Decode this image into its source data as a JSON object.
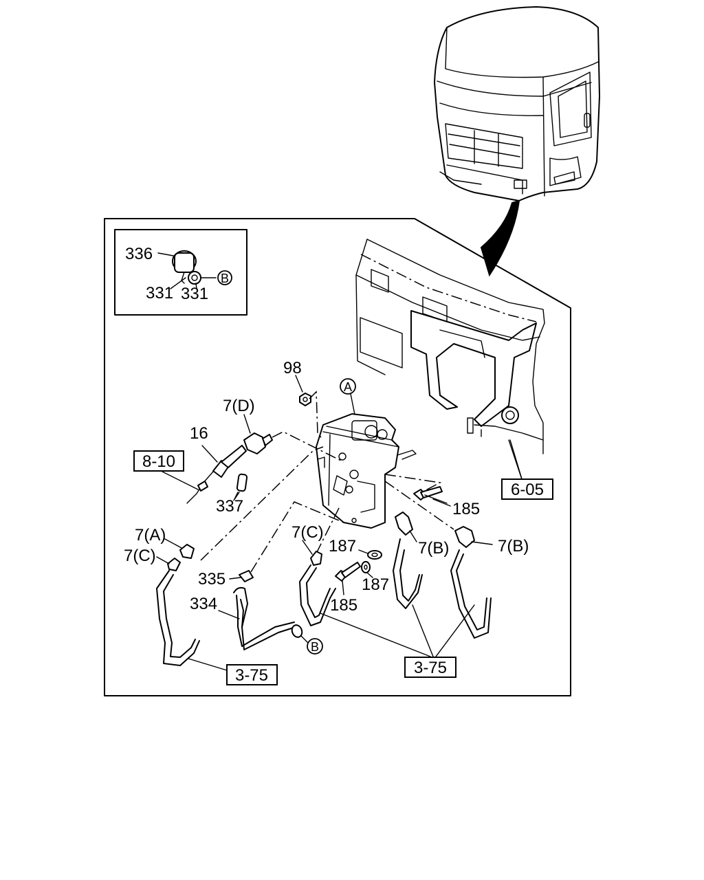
{
  "callouts": {
    "c336": "336",
    "c331a": "331",
    "c331b": "331",
    "c98": "98",
    "c7d": "7(D)",
    "c16": "16",
    "c337": "337",
    "c185a": "185",
    "c7a": "7(A)",
    "c7c_left": "7(C)",
    "c7c_mid": "7(C)",
    "c187a": "187",
    "c7b_a": "7(B)",
    "c7b_b": "7(B)",
    "c335": "335",
    "c187b": "187",
    "c334": "334",
    "c185b": "185"
  },
  "circle_refs": {
    "b_top": "B",
    "a": "A",
    "b_bottom": "B"
  },
  "boxed_refs": {
    "r810": "8-10",
    "r605": "6-05",
    "r375_left": "3-75",
    "r375_right": "3-75"
  }
}
